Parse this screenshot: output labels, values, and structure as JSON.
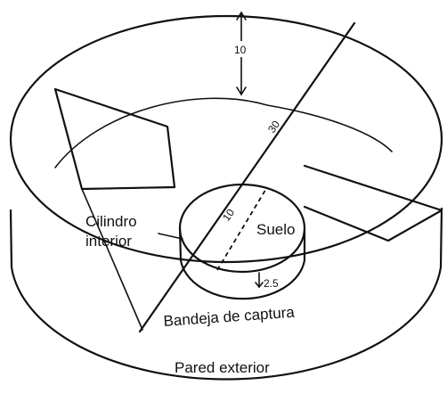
{
  "labels": {
    "inner_cylinder_line1": "Cilindro",
    "inner_cylinder_line2": "interior",
    "floor": "Suelo",
    "catch_tray": "Bandeja de captura",
    "outer_wall": "Pared exterior"
  },
  "dimensions": {
    "wall_height": "10",
    "outer_diameter": "30",
    "inner_diameter": "10",
    "inner_height": "2.5"
  }
}
